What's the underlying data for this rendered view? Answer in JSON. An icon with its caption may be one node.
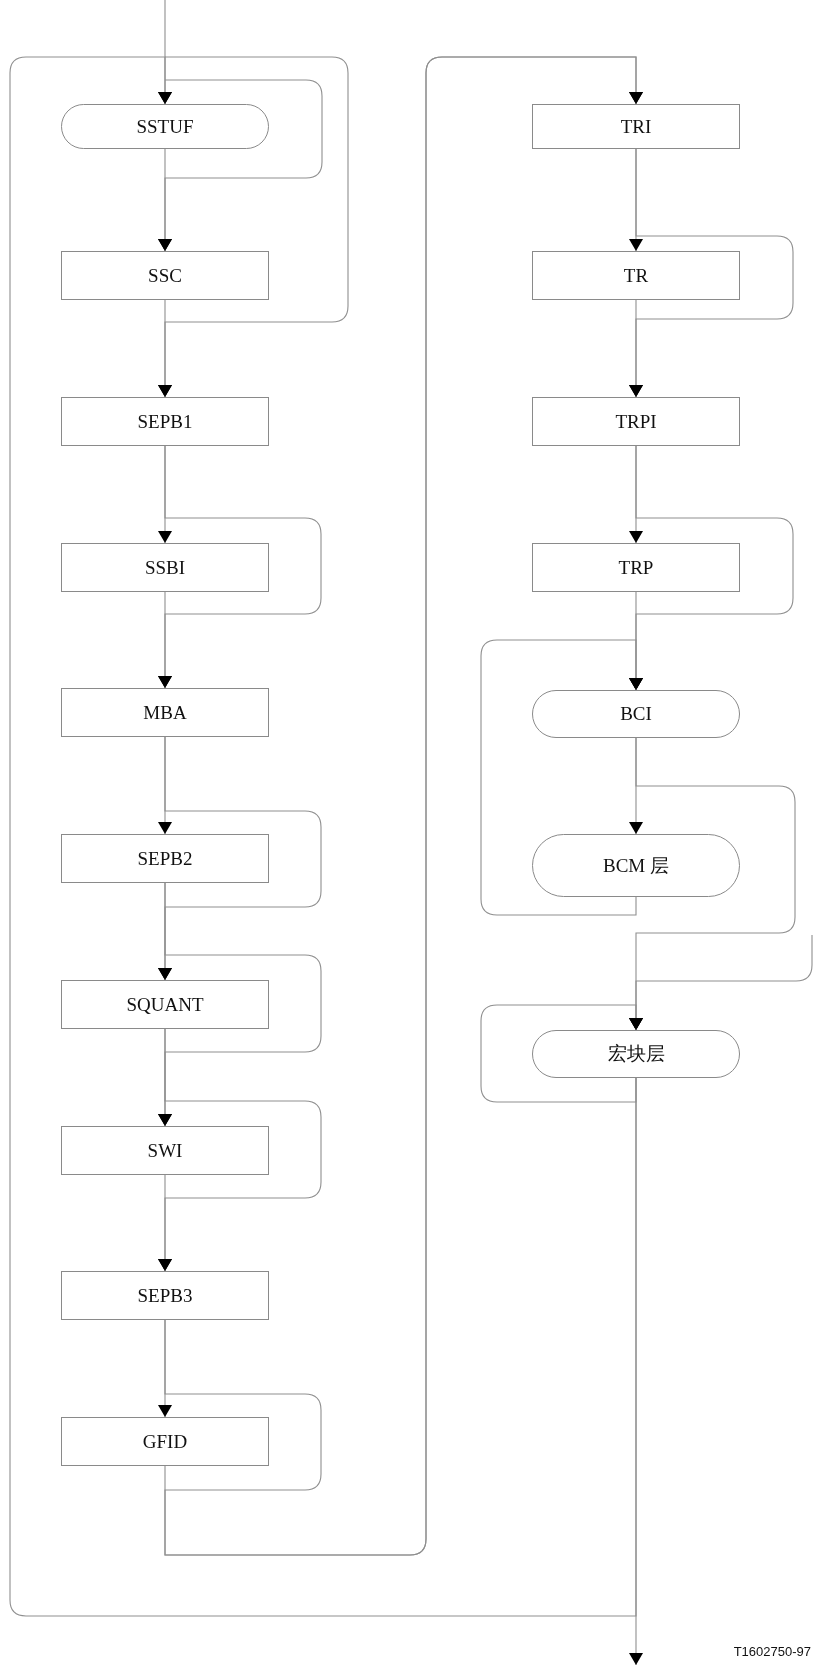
{
  "diagram": {
    "nodes": [
      {
        "text": [
          "SSTUF"
        ]
      },
      {
        "text": [
          "SSC"
        ]
      },
      {
        "text": [
          "SEPB1"
        ]
      },
      {
        "text": [
          "SSBI"
        ]
      },
      {
        "text": [
          "MBA"
        ]
      },
      {
        "text": [
          "SEPB2"
        ]
      },
      {
        "text": [
          "SQUANT"
        ]
      },
      {
        "text": [
          "SWI"
        ]
      },
      {
        "text": [
          "SEPB3"
        ]
      },
      {
        "text": [
          "GFID"
        ]
      },
      {
        "text": [
          "TRI"
        ]
      },
      {
        "text": [
          "TR"
        ]
      },
      {
        "text": [
          "TRPI"
        ]
      },
      {
        "text": [
          "TRP"
        ]
      },
      {
        "text": [
          "BCI"
        ]
      },
      {
        "text": [
          "BCM 层"
        ]
      },
      {
        "text": [
          "宏块层"
        ]
      }
    ],
    "edges": [
      {
        "from": null,
        "to": 0,
        "arrow": "to"
      },
      {
        "from": 0,
        "to": 1,
        "arrow": "to"
      },
      {
        "from": null,
        "to": 1,
        "arrow": "to"
      },
      {
        "from": 1,
        "to": 2,
        "arrow": "to"
      },
      {
        "from": null,
        "to": 2,
        "arrow": "to"
      },
      {
        "from": 2,
        "to": 3,
        "arrow": "to"
      },
      {
        "from": 2,
        "to": 4,
        "arrow": "to"
      },
      {
        "from": 3,
        "to": 4,
        "arrow": "to"
      },
      {
        "from": 4,
        "to": 5,
        "arrow": "to"
      },
      {
        "from": 4,
        "to": 6,
        "arrow": "to"
      },
      {
        "from": 5,
        "to": 6,
        "arrow": "to"
      },
      {
        "from": 5,
        "to": 7,
        "arrow": "to"
      },
      {
        "from": 6,
        "to": 7,
        "arrow": "to"
      },
      {
        "from": 6,
        "to": 8,
        "arrow": "to"
      },
      {
        "from": 7,
        "to": 8,
        "arrow": "to"
      },
      {
        "from": 8,
        "to": 9,
        "arrow": "to"
      },
      {
        "from": 8,
        "to": 10,
        "arrow": "to"
      },
      {
        "from": 9,
        "to": 10,
        "arrow": "to"
      },
      {
        "from": 10,
        "to": 11,
        "arrow": "to"
      },
      {
        "from": 10,
        "to": 12,
        "arrow": "to"
      },
      {
        "from": 11,
        "to": 12,
        "arrow": "to"
      },
      {
        "from": 12,
        "to": 13,
        "arrow": "to"
      },
      {
        "from": 12,
        "to": 14,
        "arrow": "to"
      },
      {
        "from": 13,
        "to": 14,
        "arrow": "to"
      },
      {
        "from": 14,
        "to": 15,
        "arrow": "to"
      },
      {
        "from": 15,
        "to": 14,
        "arrow": "to"
      },
      {
        "from": 14,
        "to": 16,
        "arrow": "to"
      },
      {
        "from": null,
        "to": 16,
        "arrow": "to"
      },
      {
        "from": 16,
        "to": 16,
        "arrow": "to"
      },
      {
        "from": 16,
        "to": null,
        "arrow": "to"
      },
      {
        "from": 16,
        "to": 0,
        "arrow": "to"
      }
    ],
    "labels": [
      "T1602750-97"
    ]
  }
}
